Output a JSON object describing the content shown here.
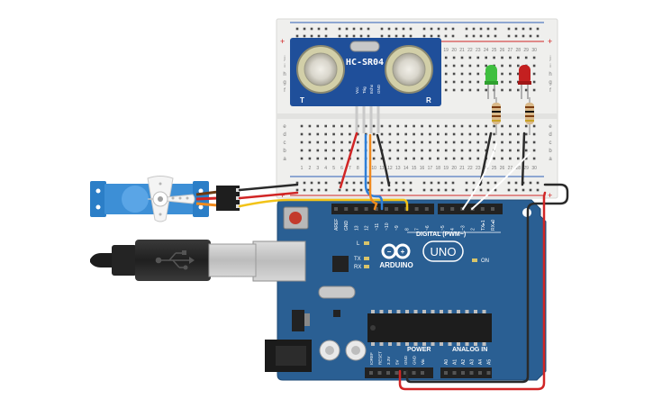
{
  "colors": {
    "breadboard": "#f0f0ef",
    "board_blue": "#2a5f93",
    "sensor_blue": "#1f4f9a",
    "servo_blue": "#2b7ec7",
    "wire_red": "#d12525",
    "wire_black": "#2a2a2a",
    "wire_orange": "#f08a1e",
    "wire_blue": "#2e7fd8",
    "wire_yellow": "#f2c318",
    "wire_white": "#ffffff",
    "led_green": "#3fbf3f",
    "led_red": "#c42020"
  },
  "breadboard": {
    "plus": "+",
    "minus": "−",
    "columns": [
      "1",
      "2",
      "3",
      "4",
      "5",
      "6",
      "7",
      "8",
      "9",
      "10",
      "11",
      "12",
      "13",
      "14",
      "15",
      "16",
      "17",
      "18",
      "19",
      "20",
      "21",
      "22",
      "23",
      "24",
      "25",
      "26",
      "27",
      "28",
      "29",
      "30"
    ],
    "rows_top": [
      "j",
      "i",
      "h",
      "g",
      "f"
    ],
    "rows_bottom": [
      "e",
      "d",
      "c",
      "b",
      "a"
    ]
  },
  "sensor": {
    "model": "HC-SR04",
    "left_mark": "T",
    "right_mark": "R",
    "pins": [
      "Vcc",
      "Trig",
      "Echo",
      "GND"
    ]
  },
  "arduino": {
    "brand": "ARDUINO",
    "model": "UNO",
    "digital_label": "DIGITAL (PWM~)",
    "digital_pins": [
      "AREF",
      "GND",
      "13",
      "12",
      "~11",
      "~10",
      "~9",
      "8",
      "7",
      "~6",
      "~5",
      "4",
      "~3",
      "2",
      "TX▸1",
      "RX◂0"
    ],
    "power_label": "POWER",
    "power_pins": [
      "IOREF",
      "RESET",
      "3.3V",
      "5V",
      "GND",
      "GND",
      "Vin"
    ],
    "analog_label": "ANALOG IN",
    "analog_pins": [
      "A0",
      "A1",
      "A2",
      "A3",
      "A4",
      "A5"
    ],
    "led_labels": [
      "L",
      "TX",
      "RX"
    ],
    "on_label": "ON"
  },
  "components": {
    "leds": [
      {
        "name": "green-led",
        "color": "#3fbf3f"
      },
      {
        "name": "red-led",
        "color": "#c42020"
      }
    ],
    "icons": [
      "usb-icon",
      "arduino-infinity-logo",
      "servo-horn"
    ]
  }
}
